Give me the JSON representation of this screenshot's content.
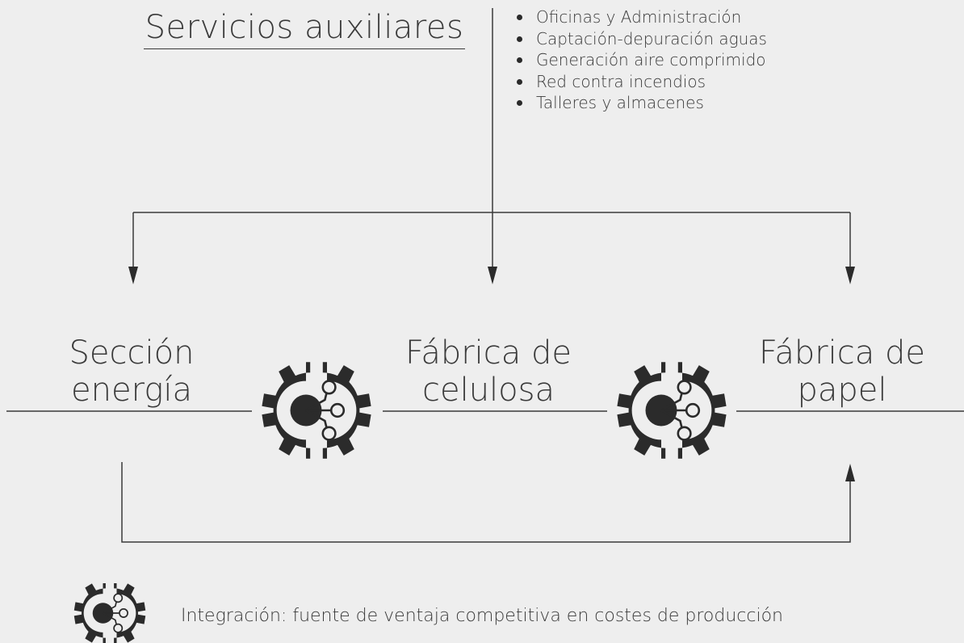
{
  "header": {
    "title": "Servicios auxiliares",
    "items": [
      "Oficinas y Administración",
      "Captación-depuración aguas",
      "Generación aire comprimido",
      "Red contra incendios",
      "Talleres y almacenes"
    ]
  },
  "sections": {
    "energia": {
      "line1": "Sección",
      "line2": "energía"
    },
    "celulosa": {
      "line1": "Fábrica de",
      "line2": "celulosa"
    },
    "papel": {
      "line1": "Fábrica de",
      "line2": "papel"
    }
  },
  "legend": {
    "icon": "integration-gears-icon",
    "text": "Integración: fuente de ventaja competitiva en costes de producción"
  },
  "colors": {
    "background": "#eeeeee",
    "ink": "#2b2b2b",
    "line": "#3a3a3a"
  }
}
